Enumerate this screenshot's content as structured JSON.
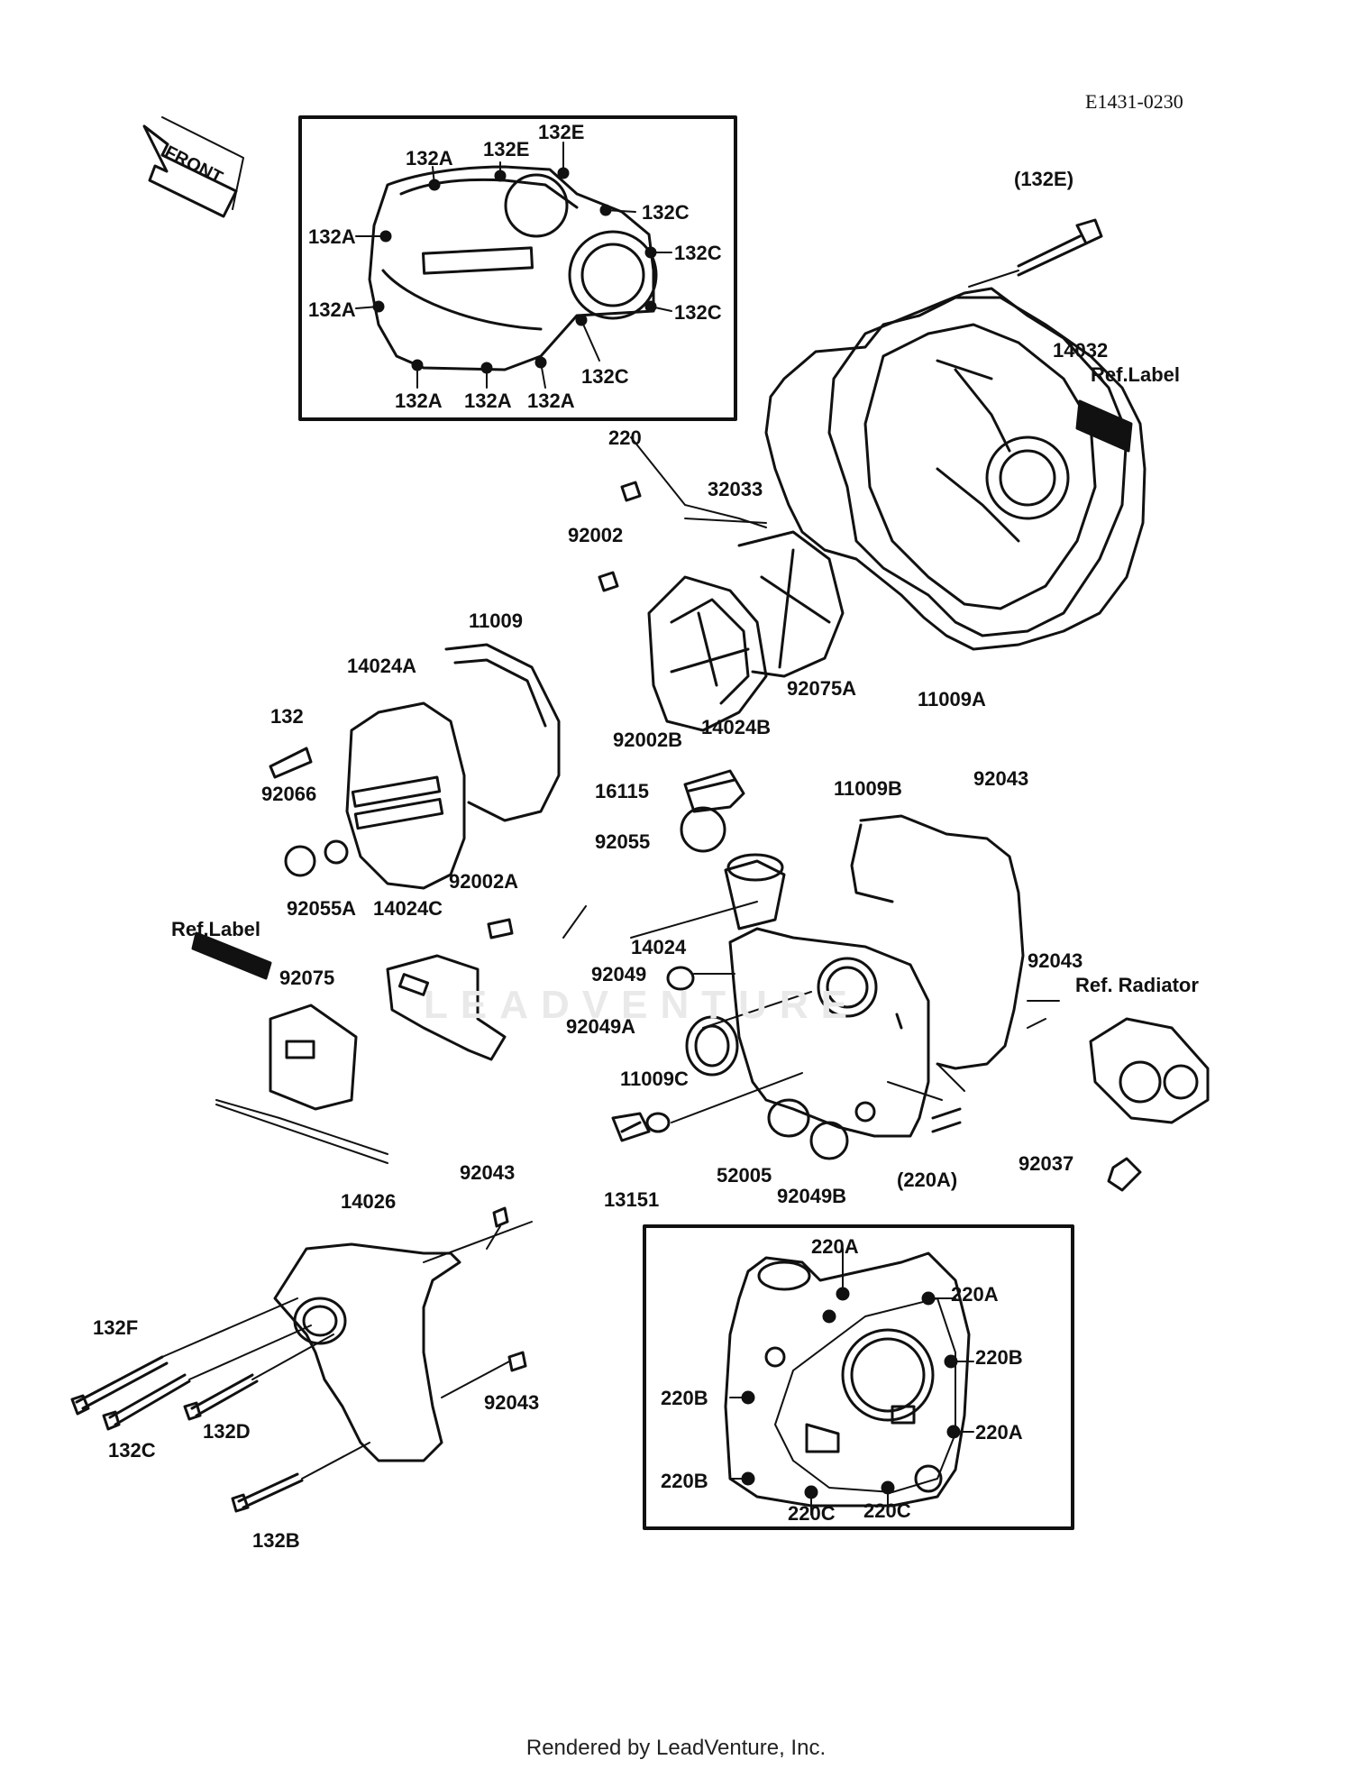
{
  "diagram_code": "E1431-0230",
  "footer": "Rendered by LeadVenture, Inc.",
  "watermark": "LEADVENTURE",
  "front_arrow": "FRONT",
  "labels": {
    "inset1_132A_top": "132A",
    "inset1_132E_1": "132E",
    "inset1_132E_2": "132E",
    "inset1_132C_1": "132C",
    "inset1_132A_left1": "132A",
    "inset1_132C_2": "132C",
    "inset1_132A_left2": "132A",
    "inset1_132C_3": "132C",
    "inset1_132C_4": "132C",
    "inset1_132A_b1": "132A",
    "inset1_132A_b2": "132A",
    "inset1_132A_b3": "132A",
    "p132E_paren": "(132E)",
    "p14032": "14032",
    "ref_label_1": "Ref.Label",
    "p220": "220",
    "p32033": "32033",
    "p92002": "92002",
    "p11009": "11009",
    "p14024A": "14024A",
    "p132": "132",
    "p92066": "92066",
    "p92055A": "92055A",
    "p92075A": "92075A",
    "p11009A": "11009A",
    "p92002B": "92002B",
    "p14024B": "14024B",
    "p16115": "16115",
    "p11009B": "11009B",
    "p92043_a": "92043",
    "p92055": "92055",
    "ref_label_2": "Ref.Label",
    "p92002A": "92002A",
    "p14024C": "14024C",
    "p14024": "14024",
    "p92049": "92049",
    "p92043_b": "92043",
    "ref_radiator": "Ref. Radiator",
    "p92075": "92075",
    "p92049A": "92049A",
    "p11009C": "11009C",
    "p13151": "13151",
    "p52005": "52005",
    "p92049B": "92049B",
    "p220A_paren": "(220A)",
    "p92037": "92037",
    "p14026": "14026",
    "p92043_c": "92043",
    "p132F": "132F",
    "p132C": "132C",
    "p132D": "132D",
    "p92043_d": "92043",
    "p132B": "132B",
    "inset2_220A_1": "220A",
    "inset2_220A_2": "220A",
    "inset2_220B_1": "220B",
    "inset2_220B_2": "220B",
    "inset2_220A_3": "220A",
    "inset2_220B_3": "220B",
    "inset2_220C_1": "220C",
    "inset2_220C_2": "220C"
  }
}
